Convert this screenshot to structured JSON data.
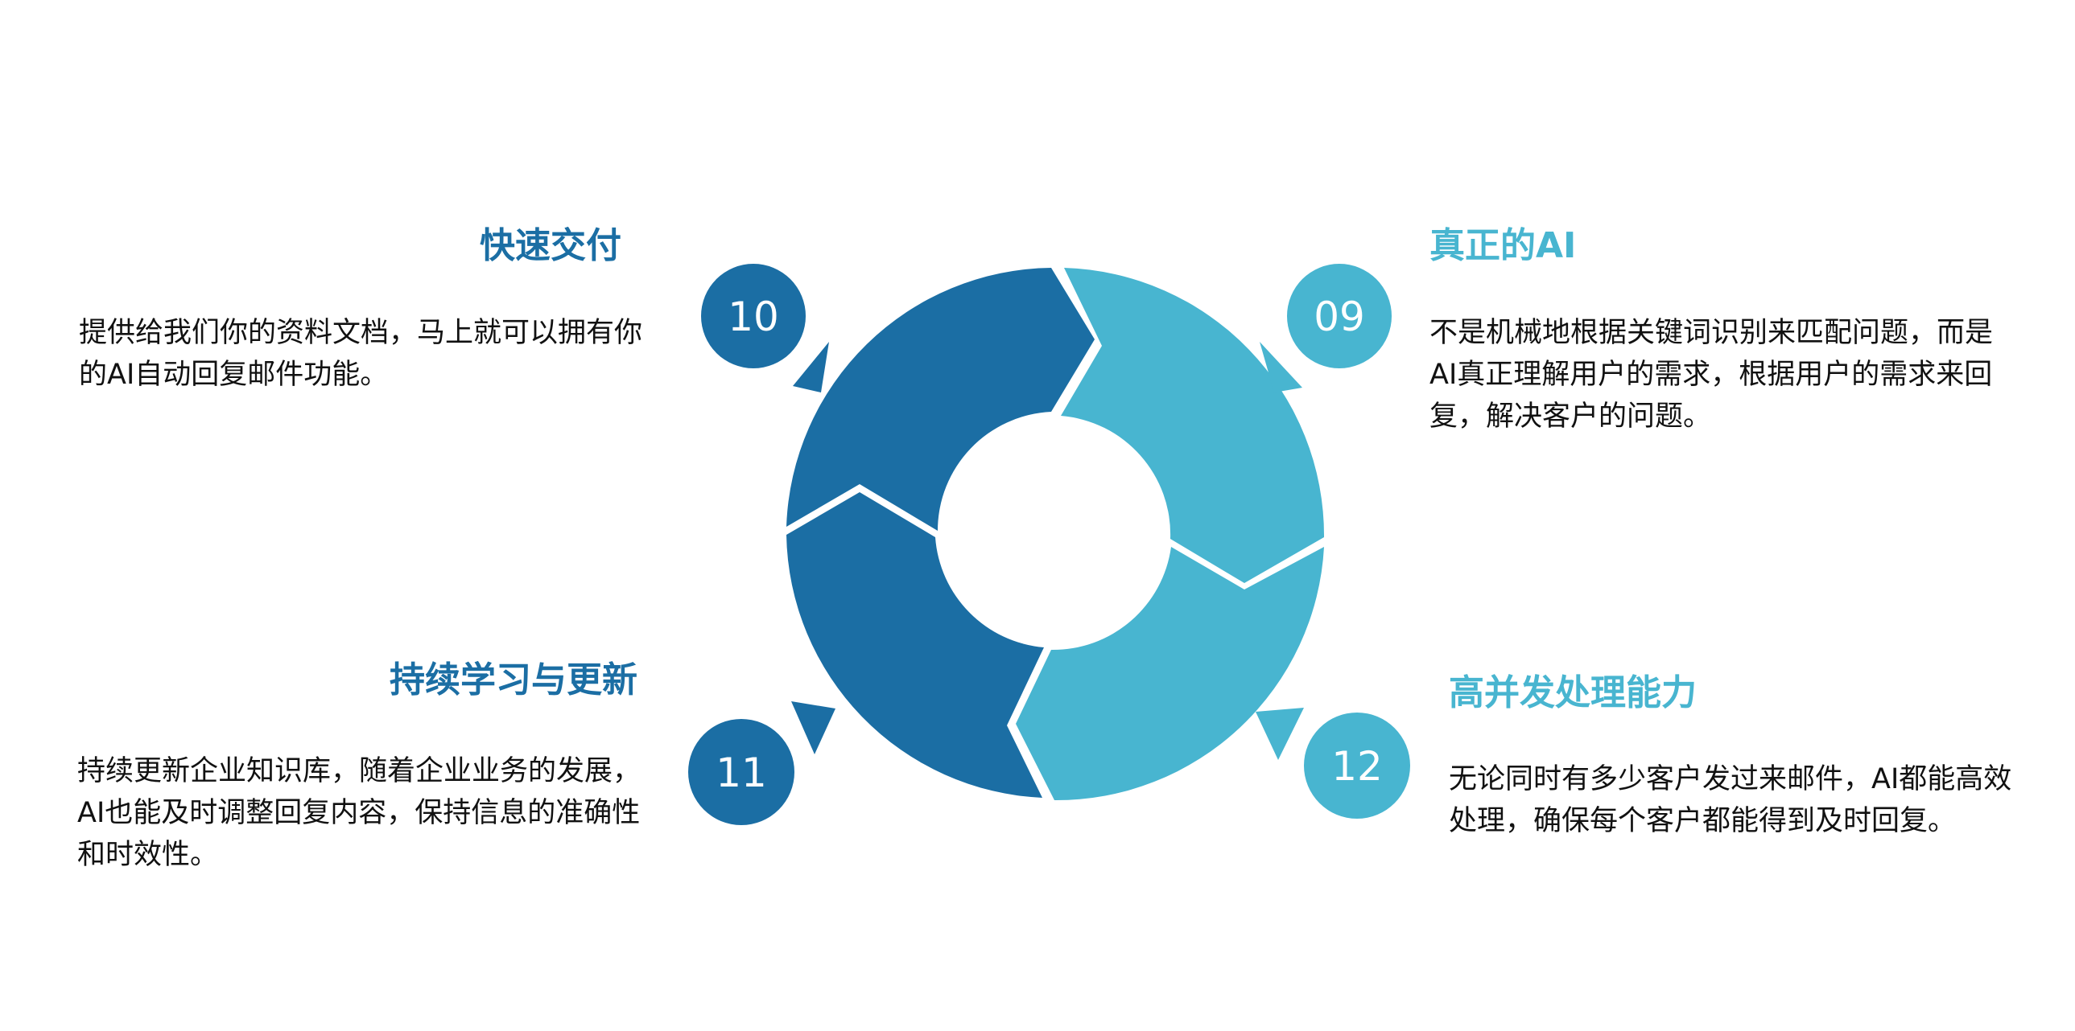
{
  "colors": {
    "dark_blue": "#1B6EA4",
    "light_blue": "#48B5D0",
    "text": "#111111",
    "background": "#FFFFFF"
  },
  "steps": [
    {
      "number": "10",
      "title": "快速交付",
      "description": "提供给我们你的资料文档，马上就可以拥有你的AI自动回复邮件功能。",
      "color": "dark_blue"
    },
    {
      "number": "09",
      "title": "真正的AI",
      "description": "不是机械地根据关键词识别来匹配问题，而是AI真正理解用户的需求，根据用户的需求来回复，解决客户的问题。",
      "color": "light_blue"
    },
    {
      "number": "11",
      "title": "持续学习与更新",
      "description": "持续更新企业知识库，随着企业业务的发展，AI也能及时调整回复内容，保持信息的准确性和时效性。",
      "color": "dark_blue"
    },
    {
      "number": "12",
      "title": "高并发处理能力",
      "description": "无论同时有多少客户发过来邮件，AI都能高效处理，确保每个客户都能得到及时回复。",
      "color": "light_blue"
    }
  ]
}
